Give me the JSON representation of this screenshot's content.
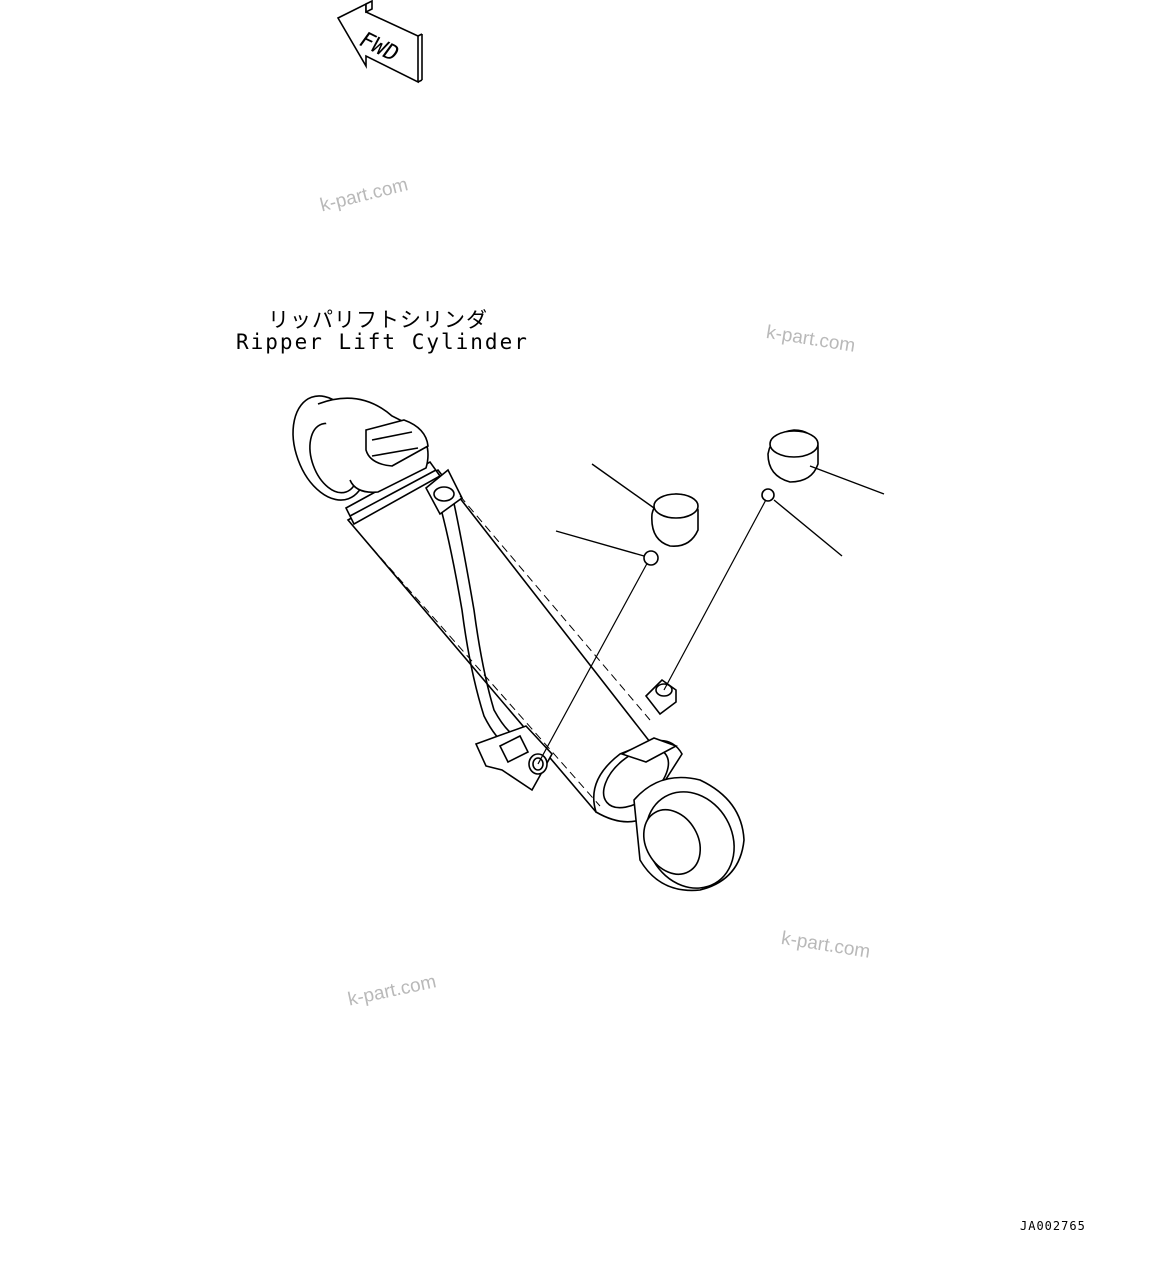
{
  "figure": {
    "label_jp": "リッパリフトシリンダ",
    "label_en": "Ripper Lift Cylinder",
    "drawing_code": "JA002765"
  },
  "direction_marker": {
    "text": "FWD",
    "icon": "forward-arrow-icon"
  },
  "watermarks": [
    "k-part.com",
    "k-part.com",
    "k-part.com",
    "k-part.com"
  ],
  "parts": [
    {
      "name": "cap",
      "icon": "cap-icon"
    },
    {
      "name": "o-ring",
      "icon": "o-ring-icon"
    },
    {
      "name": "cap",
      "icon": "cap-icon"
    },
    {
      "name": "o-ring",
      "icon": "o-ring-icon"
    }
  ],
  "colors": {
    "line": "#000000",
    "watermark": "#b9b9b9",
    "background": "#ffffff"
  }
}
